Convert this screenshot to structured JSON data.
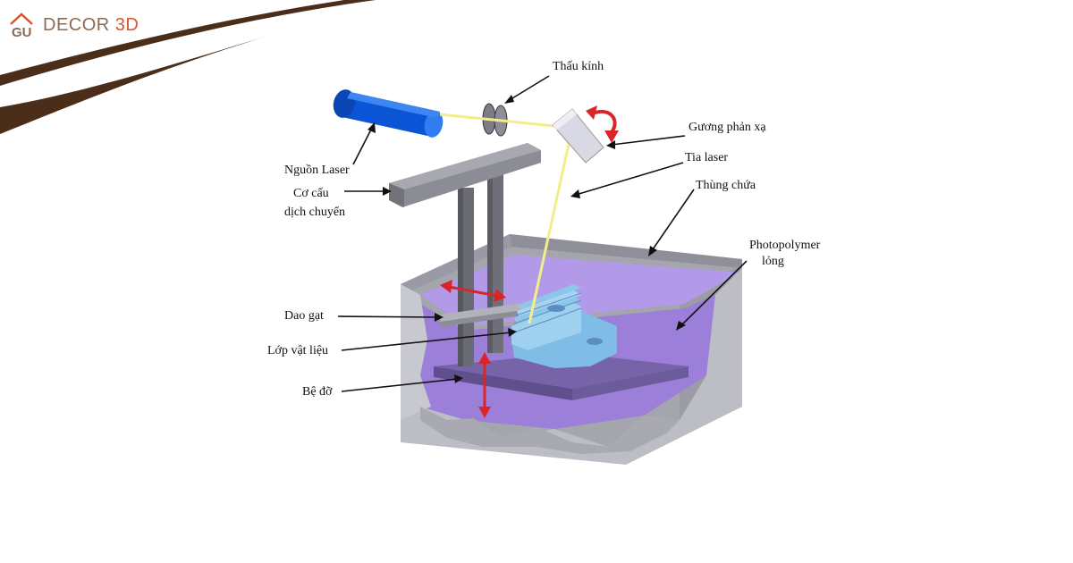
{
  "brand": {
    "name_part": "DECOR",
    "name_accent": "3D",
    "logo_letters": "GU",
    "colors": {
      "swoosh": "#4a2e1a",
      "accent": "#d9572b",
      "text": "#8a6a52"
    }
  },
  "diagram": {
    "labels": {
      "lens": "Thấu kính",
      "mirror": "Gương phản xạ",
      "laser_beam": "Tia laser",
      "tank": "Thùng chứa",
      "photopolymer_line1": "Photopolymer",
      "photopolymer_line2": "lỏng",
      "laser_source": "Nguồn Laser",
      "mechanism_line1": "Cơ cấu",
      "mechanism_line2": "dịch chuyển",
      "recoater": "Dao gạt",
      "material_layer": "Lớp vật liệu",
      "platform": "Bệ đỡ"
    },
    "colors": {
      "laser_body": "#0a55d6",
      "beam": "#f3ee8a",
      "resin": "#a98be0",
      "tank": "#a9a9b3",
      "part": "#8fc6ea",
      "motion_arrows": "#d9252a"
    }
  }
}
